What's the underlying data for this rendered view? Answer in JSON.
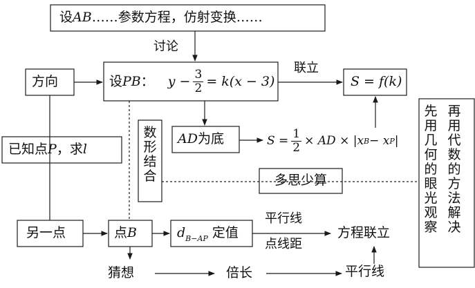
{
  "boxes": {
    "top": {
      "pre": "设",
      "var": "AB",
      "post": "……参数方程，仿射变换……"
    },
    "direction": "方向",
    "known_point": {
      "pre": "已知点",
      "var": "P",
      "mid": "，求",
      "var2": "l"
    },
    "other_point": "另一点",
    "set_pb": {
      "pre": "设",
      "var": "PB",
      "colon": "：",
      "eq_left": "y −",
      "num": "3",
      "den": "2",
      "eq_right": "= k(x − 3)"
    },
    "s_fk": "S = f(k)",
    "ad_base": {
      "var": "AD",
      "post": "为底"
    },
    "num_shape": "数形结合",
    "more_thought": "多思少算",
    "point_b": {
      "pre": "点",
      "var": "B"
    },
    "d_fixed": {
      "var": "d",
      "sub": "B−AP",
      "post": "定值"
    },
    "right_vertical": {
      "col1": "先用几何的眼光观察",
      "col2": "再用代数的方法解决"
    }
  },
  "labels": {
    "discuss": "讨论",
    "combine": "联立",
    "area_formula": {
      "lhs": "S =",
      "num": "1",
      "den": "2",
      "mid": "× AD × |x",
      "sub1": "B",
      "minus": " − x",
      "sub2": "P",
      "end": "|"
    },
    "parallel_line_1": "平行线",
    "point_line_distance": "点线距",
    "equation_combine": "方程联立",
    "guess": "猜想",
    "double_length": "倍长",
    "parallel_line_2": "平行线"
  },
  "colors": {
    "line": "#1a1a1a",
    "text": "#111111",
    "background": "#ffffff"
  }
}
